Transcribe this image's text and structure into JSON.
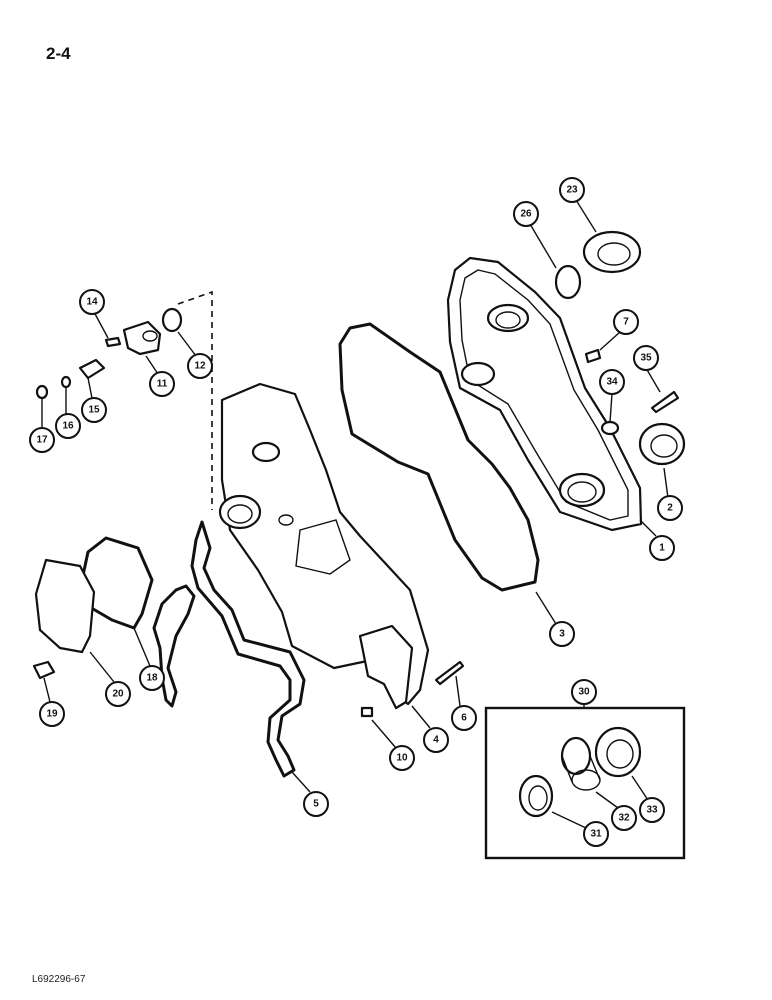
{
  "page_number": "2-4",
  "footer_code": "L692296-67",
  "kit_label": "30",
  "callouts": [
    "1",
    "2",
    "3",
    "4",
    "5",
    "6",
    "7",
    "10",
    "11",
    "12",
    "14",
    "15",
    "16",
    "17",
    "18",
    "19",
    "20",
    "23",
    "26",
    "31",
    "32",
    "33",
    "34",
    "35"
  ]
}
